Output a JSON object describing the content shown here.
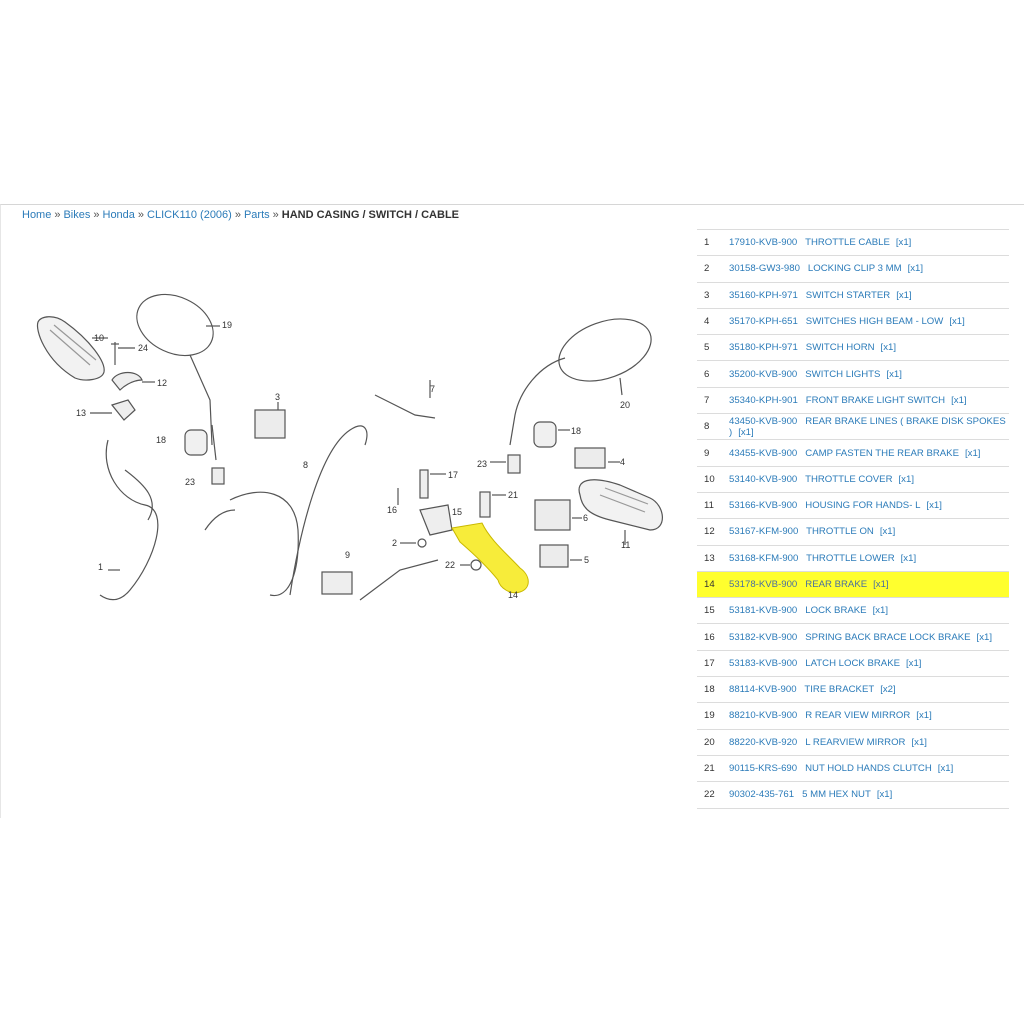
{
  "breadcrumb": {
    "home": "Home",
    "bikes": "Bikes",
    "brand": "Honda",
    "model": "CLICK110 (2006)",
    "parts": "Parts",
    "current": "HAND CASING / SWITCH / CABLE",
    "separator": "»"
  },
  "diagram_labels": [
    "1",
    "2",
    "3",
    "4",
    "5",
    "6",
    "7",
    "8",
    "9",
    "10",
    "11",
    "12",
    "13",
    "14",
    "15",
    "16",
    "17",
    "18",
    "18",
    "19",
    "20",
    "21",
    "22",
    "23",
    "23",
    "24"
  ],
  "highlight_color": "#ffff2e",
  "link_color": "#2b7bb9",
  "parts": [
    {
      "n": "1",
      "desc": "17910-KVB-900   THROTTLE CABLE",
      "qty": "[x1]"
    },
    {
      "n": "2",
      "desc": "30158-GW3-980   LOCKING CLIP 3 MM",
      "qty": "[x1]"
    },
    {
      "n": "3",
      "desc": "35160-KPH-971   SWITCH STARTER",
      "qty": "[x1]"
    },
    {
      "n": "4",
      "desc": "35170-KPH-651   SWITCHES HIGH BEAM - LOW",
      "qty": "[x1]"
    },
    {
      "n": "5",
      "desc": "35180-KPH-971   SWITCH HORN",
      "qty": "[x1]"
    },
    {
      "n": "6",
      "desc": "35200-KVB-900   SWITCH LIGHTS",
      "qty": "[x1]"
    },
    {
      "n": "7",
      "desc": "35340-KPH-901   FRONT BRAKE LIGHT SWITCH",
      "qty": "[x1]"
    },
    {
      "n": "8",
      "desc": "43450-KVB-900   REAR BRAKE LINES ( BRAKE DISK SPOKES )",
      "qty": "[x1]"
    },
    {
      "n": "9",
      "desc": "43455-KVB-900   CAMP FASTEN THE REAR BRAKE",
      "qty": "[x1]"
    },
    {
      "n": "10",
      "desc": "53140-KVB-900   THROTTLE COVER",
      "qty": "[x1]"
    },
    {
      "n": "11",
      "desc": "53166-KVB-900   HOUSING FOR HANDS- L",
      "qty": "[x1]"
    },
    {
      "n": "12",
      "desc": "53167-KFM-900   THROTTLE ON",
      "qty": "[x1]"
    },
    {
      "n": "13",
      "desc": "53168-KFM-900   THROTTLE LOWER",
      "qty": "[x1]"
    },
    {
      "n": "14",
      "desc": "53178-KVB-900   REAR BRAKE",
      "qty": "[x1]",
      "highlight": true
    },
    {
      "n": "15",
      "desc": "53181-KVB-900   LOCK BRAKE",
      "qty": "[x1]"
    },
    {
      "n": "16",
      "desc": "53182-KVB-900   SPRING BACK BRACE LOCK BRAKE",
      "qty": "[x1]"
    },
    {
      "n": "17",
      "desc": "53183-KVB-900   LATCH LOCK BRAKE",
      "qty": "[x1]"
    },
    {
      "n": "18",
      "desc": "88114-KVB-900   TIRE BRACKET",
      "qty": "[x2]"
    },
    {
      "n": "19",
      "desc": "88210-KVB-900   R REAR VIEW MIRROR",
      "qty": "[x1]"
    },
    {
      "n": "20",
      "desc": "88220-KVB-920   L REARVIEW MIRROR",
      "qty": "[x1]"
    },
    {
      "n": "21",
      "desc": "90115-KRS-690   NUT HOLD HANDS CLUTCH",
      "qty": "[x1]"
    },
    {
      "n": "22",
      "desc": "90302-435-761   5 MM HEX NUT",
      "qty": "[x1]"
    }
  ]
}
